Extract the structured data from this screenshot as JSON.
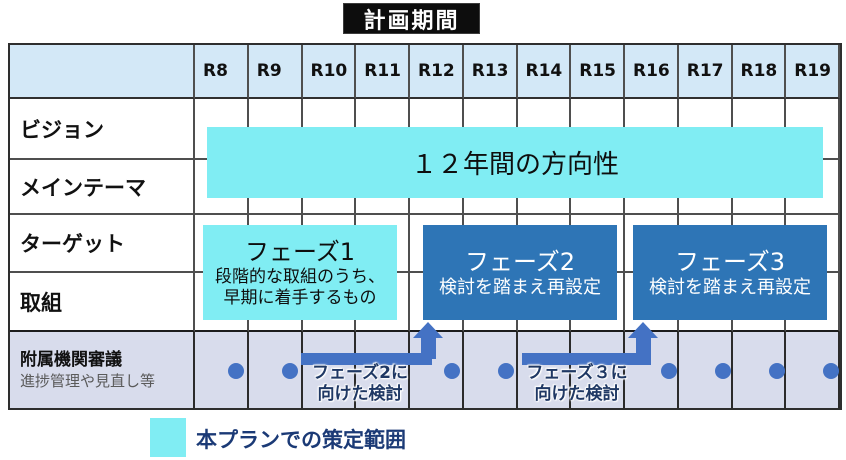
{
  "title": "計画期間",
  "table": {
    "years": [
      "R8",
      "R9",
      "R10",
      "R11",
      "R12",
      "R13",
      "R14",
      "R15",
      "R16",
      "R17",
      "R18",
      "R19"
    ],
    "rows": [
      {
        "label": "ビジョン"
      },
      {
        "label": "メインテーマ"
      },
      {
        "label": "ターゲット"
      },
      {
        "label": "取組"
      },
      {
        "label": "附属機関審議",
        "sublabel": "進捗管理や見直し等"
      }
    ]
  },
  "overlays": {
    "direction_box": "１２年間の方向性",
    "phase1": {
      "title": "フェーズ1",
      "line1": "段階的な取組のうち、",
      "line2": "早期に着手するもの"
    },
    "phase2": {
      "title": "フェーズ2",
      "subtitle": "検討を踏まえ再設定"
    },
    "phase3": {
      "title": "フェーズ3",
      "subtitle": "検討を踏まえ再設定"
    }
  },
  "deliberation": {
    "arrow1_label": {
      "line1": "フェーズ2に",
      "line2": "向けた検討"
    },
    "arrow2_label": {
      "line1": "フェーズ３に",
      "line2": "向けた検討"
    },
    "dot_years": [
      "R8",
      "R9",
      "R12",
      "R13",
      "R16",
      "R17",
      "R18",
      "R19"
    ]
  },
  "legend": {
    "label": "本プランでの策定範囲"
  },
  "colors": {
    "cyan": "#80edf3",
    "phase_blue": "#2e75b6",
    "accent_blue": "#4472c4",
    "header_blue": "#d3e8f7",
    "lavender_row": "#d8dcec",
    "navy_text": "#1f3864",
    "title_bg": "#0d0d0d"
  }
}
